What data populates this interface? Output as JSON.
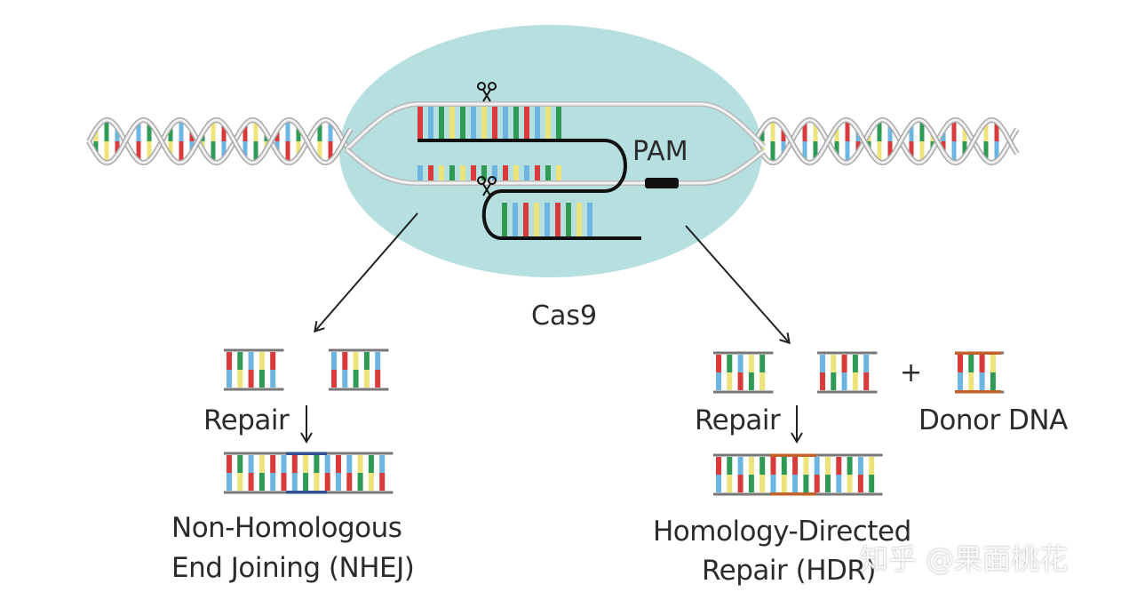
{
  "labels": {
    "pam": "PAM",
    "cas9": "Cas9",
    "repair_left": "Repair",
    "repair_right": "Repair",
    "plus": "+",
    "donor_dna": "Donor DNA",
    "nhej_line1": "Non-Homologous",
    "nhej_line2": "End Joining (NHEJ)",
    "hdr_line1": "Homology-Directed",
    "hdr_line2": "Repair (HDR)",
    "watermark": "知乎 @果面桃花"
  },
  "colors": {
    "cas9_fill": "#b6dfe0",
    "base_red": "#d93a3a",
    "base_blue": "#6cb5e0",
    "base_green": "#2e9a55",
    "base_yellow": "#ece47a",
    "backbone": "#9a9a9a",
    "nhej_insert": "#2f4f8f",
    "hdr_insert": "#c0622a"
  },
  "icons": {
    "cut_top": "scissors-icon",
    "cut_bottom": "scissors-icon"
  }
}
